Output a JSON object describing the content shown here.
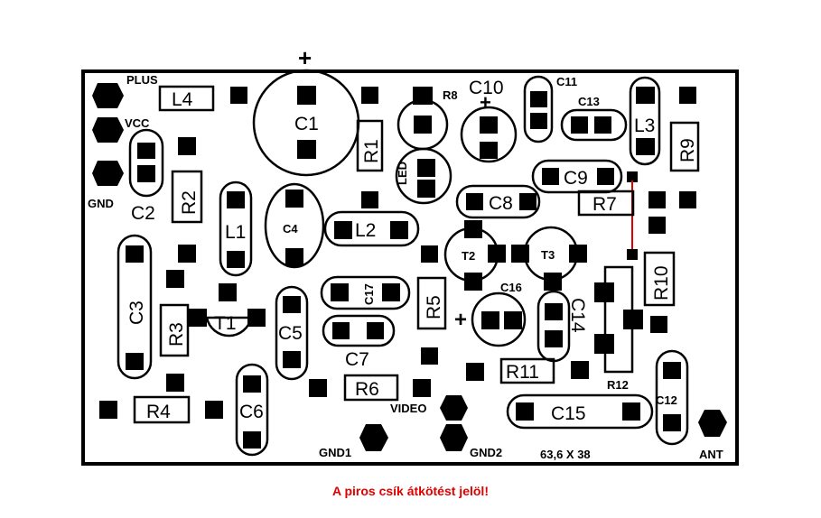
{
  "labels": {
    "plus": "+",
    "plus_label": "PLUS",
    "vcc": "VCC",
    "gnd": "GND",
    "L4": "L4",
    "C1": "C1",
    "R8": "R8",
    "C10": "C10",
    "C11": "C11",
    "C13": "C13",
    "L3": "L3",
    "R9": "R9",
    "C2": "C2",
    "R2": "R2",
    "R1": "R1",
    "LED": "LED",
    "C9": "C9",
    "R7": "R7",
    "C8": "C8",
    "L1": "L1",
    "C4": "C4",
    "L2": "L2",
    "T2": "T2",
    "T3": "T3",
    "R10": "R10",
    "C3": "C3",
    "C17": "C17",
    "R5": "R5",
    "C16": "C16",
    "C14": "C14",
    "R3": "R3",
    "T1": "T1",
    "C5": "C5",
    "C7": "C7",
    "R11": "R11",
    "R12": "R12",
    "C12": "C12",
    "R6": "R6",
    "R4": "R4",
    "C6": "C6",
    "video": "VIDEO",
    "C15": "C15",
    "gnd1": "GND1",
    "gnd2": "GND2",
    "size": "63,6 X 38",
    "ant": "ANT"
  },
  "note": "A piros csík átkötést jelöl!",
  "colors": {
    "copper": "#000000",
    "background": "#ffffff",
    "jumper": "#e00000"
  }
}
